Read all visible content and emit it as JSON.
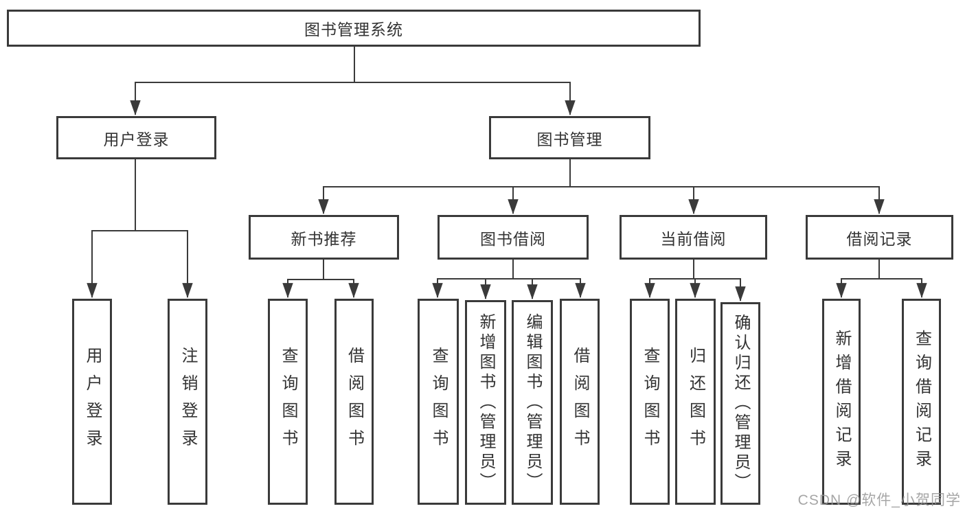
{
  "diagram": {
    "root": "图书管理系统",
    "level2": [
      "用户登录",
      "图书管理"
    ],
    "userLoginChildren": [
      "用户登录",
      "注销登录"
    ],
    "bookMgmtChildren": [
      "新书推荐",
      "图书借阅",
      "当前借阅",
      "借阅记录"
    ],
    "newBookChildren": [
      "查询图书",
      "借阅图书"
    ],
    "bookBorrowChildren": [
      "查询图书",
      "新增图书（管理员）",
      "编辑图书（管理员）",
      "借阅图书"
    ],
    "currentBorrowChildren": [
      "查询图书",
      "归还图书",
      "确认归还（管理员）"
    ],
    "borrowRecordChildren": [
      "新增借阅记录",
      "查询借阅记录"
    ]
  },
  "watermark": "CSDN @软件_小贺同学"
}
